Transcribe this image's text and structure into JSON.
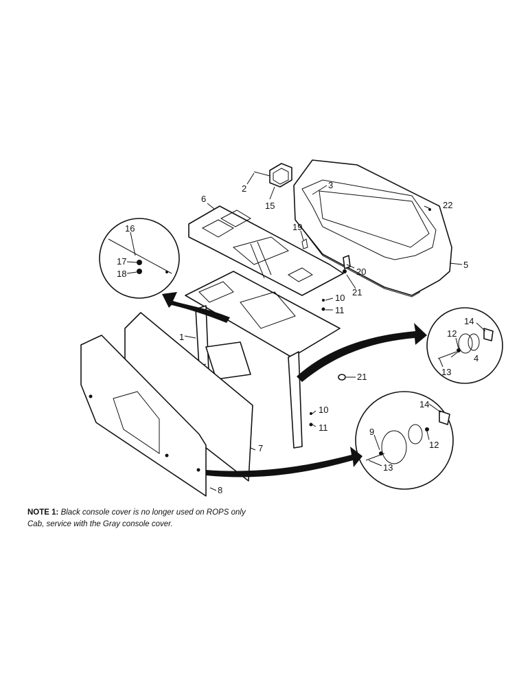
{
  "callouts": {
    "c1": "1",
    "c2": "2",
    "c3": "3",
    "c4": "4",
    "c5": "5",
    "c6": "6",
    "c7": "7",
    "c8": "8",
    "c9": "9",
    "c10a": "10",
    "c10b": "10",
    "c11a": "11",
    "c11b": "11",
    "c12a": "12",
    "c12b": "12",
    "c13a": "13",
    "c13b": "13",
    "c14a": "14",
    "c14b": "14",
    "c15": "15",
    "c16": "16",
    "c17": "17",
    "c18": "18",
    "c19": "19",
    "c20": "20",
    "c21a": "21",
    "c21b": "21",
    "c22": "22"
  },
  "note": {
    "label": "NOTE 1:",
    "line1": "Black console cover is no longer used on ROPS only",
    "line2": "Cab, service with the Gray console cover."
  }
}
